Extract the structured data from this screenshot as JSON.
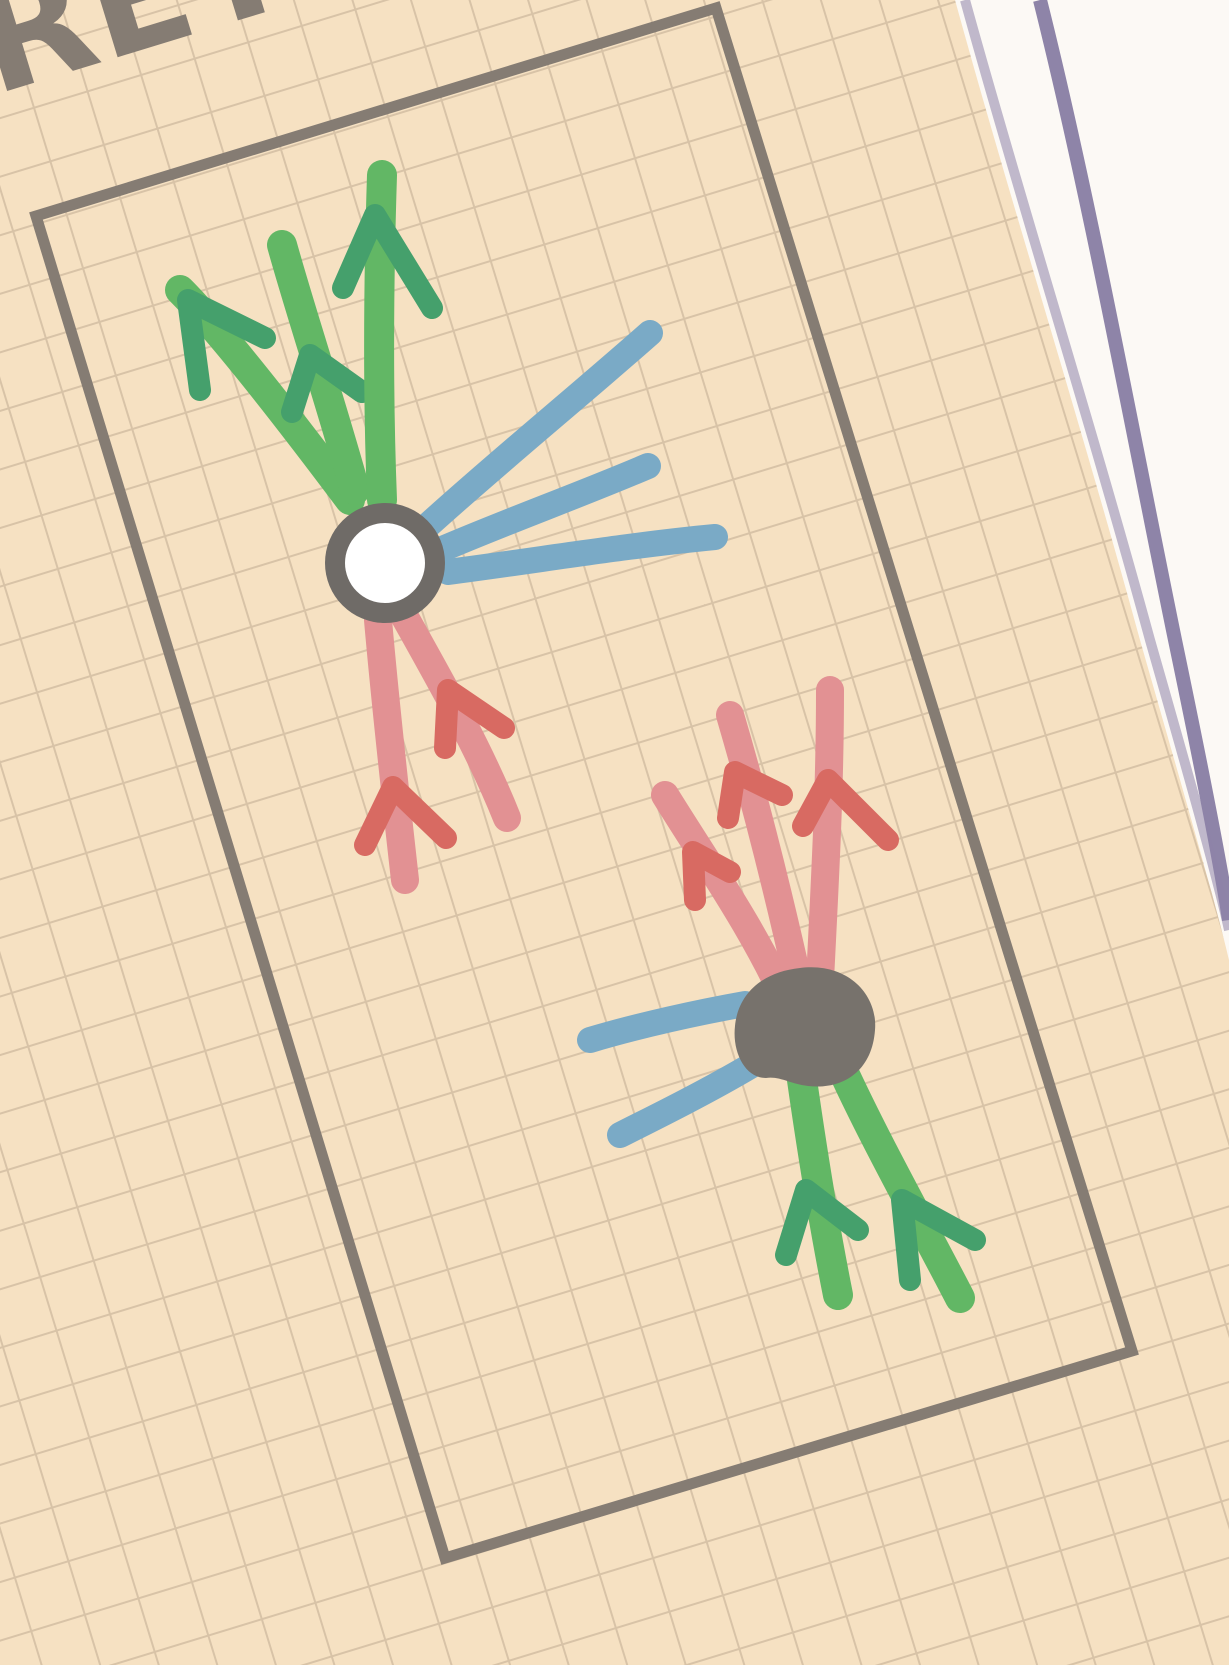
{
  "heading": {
    "text": "RETI"
  },
  "colors": {
    "paper": "#f6e1c2",
    "grid": "#d8c3a7",
    "frame": "#857c73",
    "green_stroke": "#62b765",
    "green_head": "#45a06c",
    "blue_stroke": "#7aaac6",
    "red_stroke": "#e29193",
    "red_head": "#d86a62",
    "node_ring": "#6f6b67",
    "node_fill": "#ffffff",
    "node_dark": "#77726c",
    "next_page": "#fcf9f5",
    "page_edge": "#8e84a8"
  },
  "diagram": {
    "nodes": [
      {
        "name": "open-node",
        "style": "hollow"
      },
      {
        "name": "filled-node",
        "style": "solid"
      }
    ]
  }
}
